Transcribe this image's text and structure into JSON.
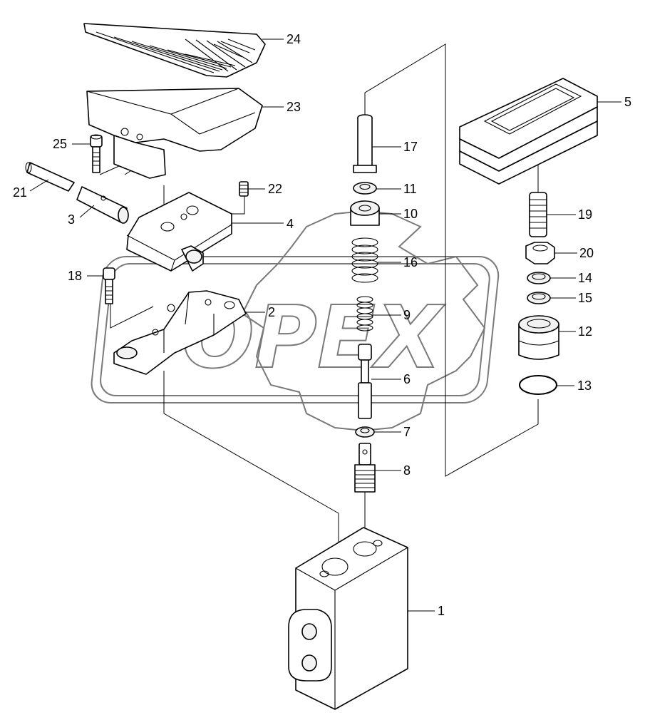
{
  "watermark": {
    "text": "OPEX"
  },
  "callouts": [
    {
      "id": "24",
      "label": "24"
    },
    {
      "id": "23",
      "label": "23"
    },
    {
      "id": "25",
      "label": "25"
    },
    {
      "id": "21",
      "label": "21"
    },
    {
      "id": "3",
      "label": "3"
    },
    {
      "id": "22",
      "label": "22"
    },
    {
      "id": "4",
      "label": "4"
    },
    {
      "id": "18",
      "label": "18"
    },
    {
      "id": "2",
      "label": "2"
    },
    {
      "id": "17",
      "label": "17"
    },
    {
      "id": "11",
      "label": "11"
    },
    {
      "id": "10",
      "label": "10"
    },
    {
      "id": "16",
      "label": "16"
    },
    {
      "id": "9",
      "label": "9"
    },
    {
      "id": "6",
      "label": "6"
    },
    {
      "id": "7",
      "label": "7"
    },
    {
      "id": "8",
      "label": "8"
    },
    {
      "id": "1",
      "label": "1"
    },
    {
      "id": "5",
      "label": "5"
    },
    {
      "id": "19",
      "label": "19"
    },
    {
      "id": "20",
      "label": "20"
    },
    {
      "id": "14",
      "label": "14"
    },
    {
      "id": "15",
      "label": "15"
    },
    {
      "id": "12",
      "label": "12"
    },
    {
      "id": "13",
      "label": "13"
    }
  ]
}
